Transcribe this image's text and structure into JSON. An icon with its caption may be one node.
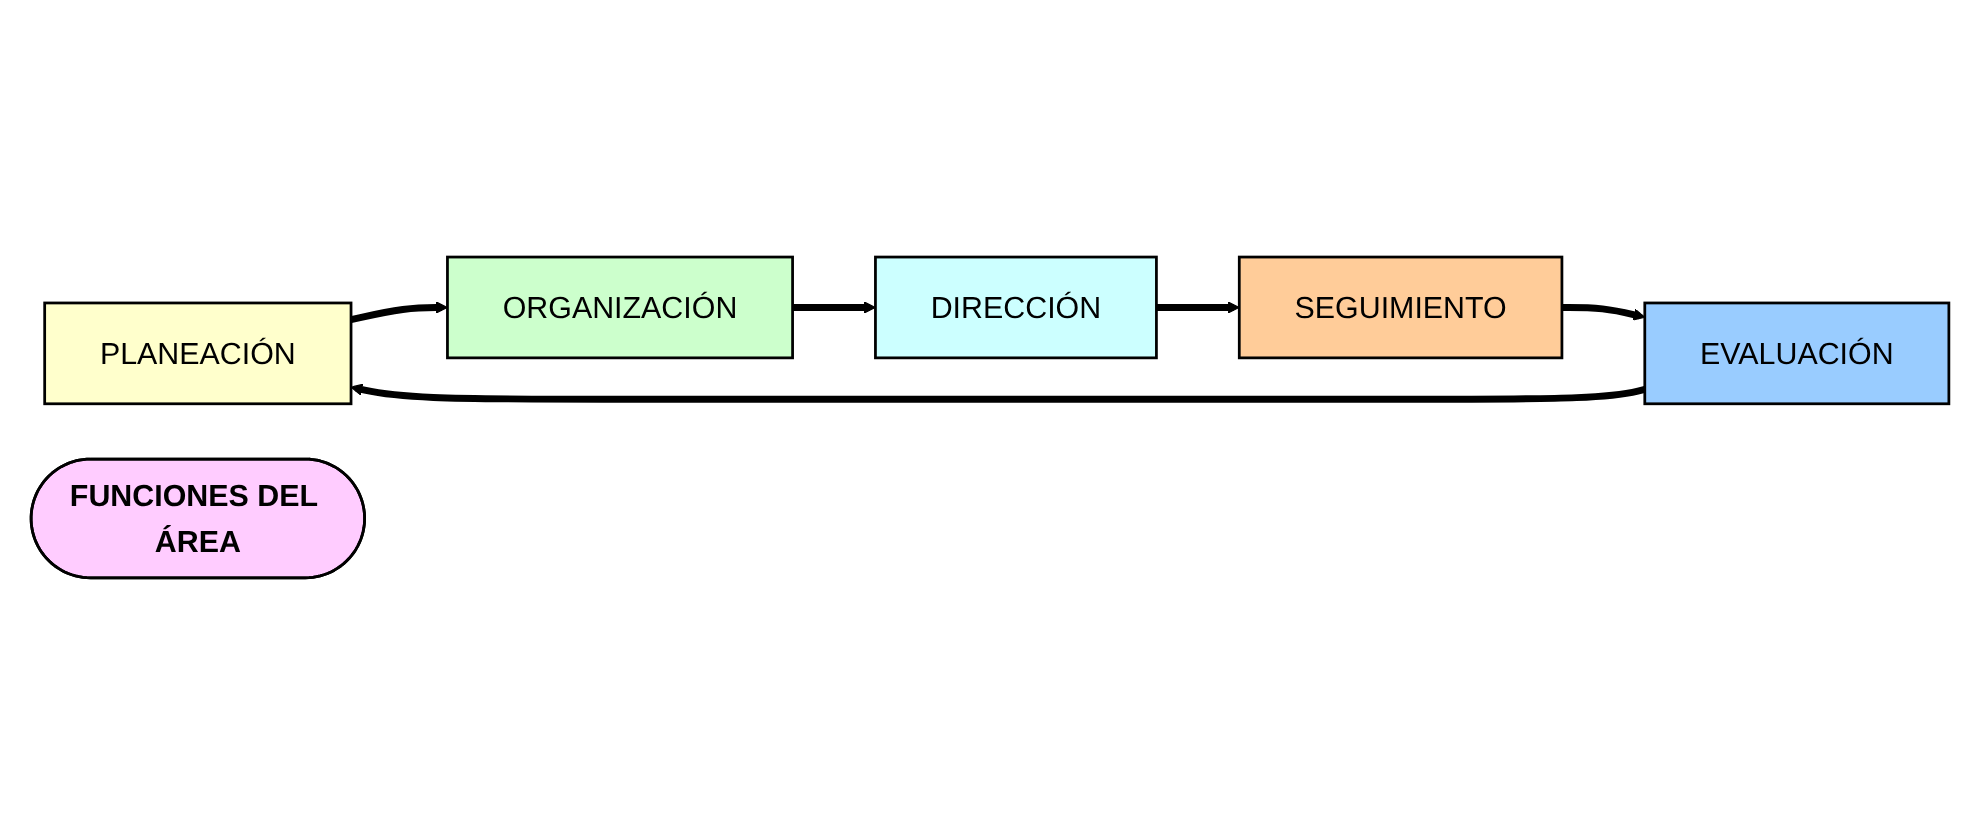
{
  "diagram": {
    "nodes": [
      {
        "text": [
          "PLANEACIÓN"
        ]
      },
      {
        "text": [
          "ORGANIZACIÓN"
        ]
      },
      {
        "text": [
          "DIRECCIÓN"
        ]
      },
      {
        "text": [
          "SEGUIMIENTO"
        ]
      },
      {
        "text": [
          "EVALUACIÓN"
        ]
      },
      {
        "text": [
          "FUNCIONES DEL ÁREA"
        ]
      }
    ],
    "edges": [
      {
        "from": 0,
        "to": 1,
        "arrow": "to"
      },
      {
        "from": 1,
        "to": 2,
        "arrow": "to"
      },
      {
        "from": 2,
        "to": 3,
        "arrow": "to"
      },
      {
        "from": 3,
        "to": 4,
        "arrow": "to"
      },
      {
        "from": 4,
        "to": 0,
        "arrow": "to"
      }
    ]
  }
}
